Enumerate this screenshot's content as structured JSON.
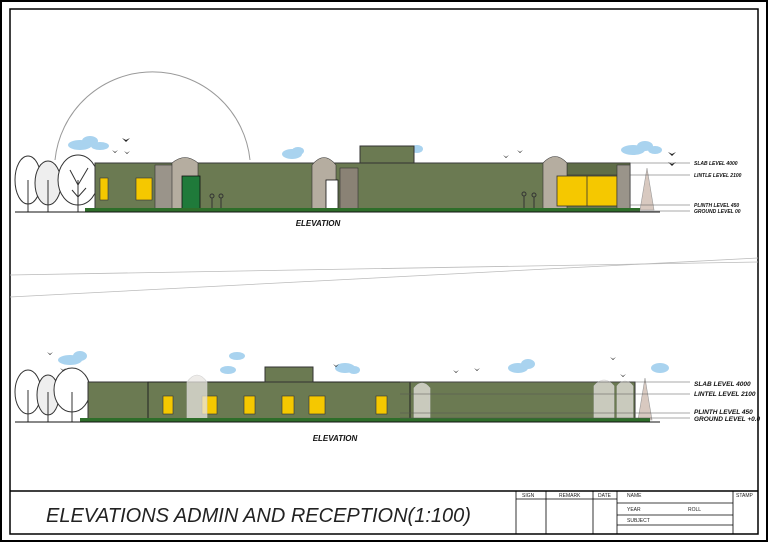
{
  "sheet_title": "ELEVATIONS ADMIN AND RECEPTION(1:100)",
  "elevation_top": {
    "caption": "ELEVATION",
    "levels": [
      "SLAB LEVEL 4000",
      "LINTLE LEVEL 2100",
      "PLINTH LEVEL 450",
      "GROUND LEVEL 00"
    ]
  },
  "elevation_bottom": {
    "caption": "ELEVATION",
    "levels": [
      "SLAB LEVEL 4000",
      "LINTEL LEVEL 2100",
      "PLINTH LEVEL 450",
      "GROUND LEVEL +0.0"
    ]
  },
  "title_block": {
    "sign": "SIGN",
    "remark": "REMARK",
    "date": "DATE",
    "name": "NAME",
    "stamp": "STAMP",
    "year": "YEAR",
    "roll": "ROLL",
    "subject": "SUBJECT"
  },
  "colors": {
    "wall": "#6b7a52",
    "window_glow": "#f5c800",
    "door": "#1f7a3a",
    "cloud": "#a9d3ef",
    "frame": "#000000"
  }
}
